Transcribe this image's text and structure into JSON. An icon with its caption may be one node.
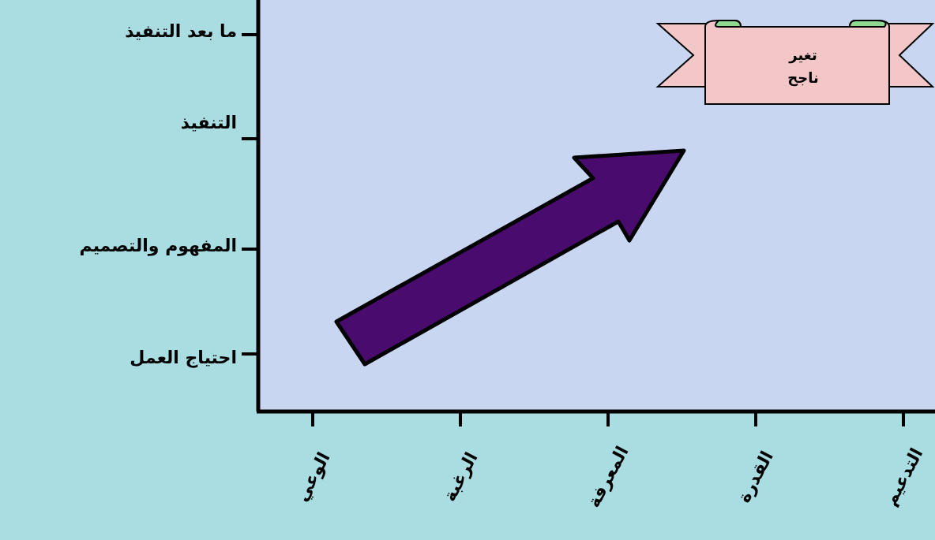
{
  "diagram": {
    "nodes": [
      {
        "text": [
          "تغير ناجح"
        ]
      }
    ],
    "edges": [],
    "labels": [
      "ما بعد التنفيذ",
      "التنفيذ",
      "المفهوم والتصميم",
      "احتياج العمل",
      "الوعي",
      "الرغبة",
      "المعرفة",
      "القدرة",
      "التدعيم"
    ]
  }
}
